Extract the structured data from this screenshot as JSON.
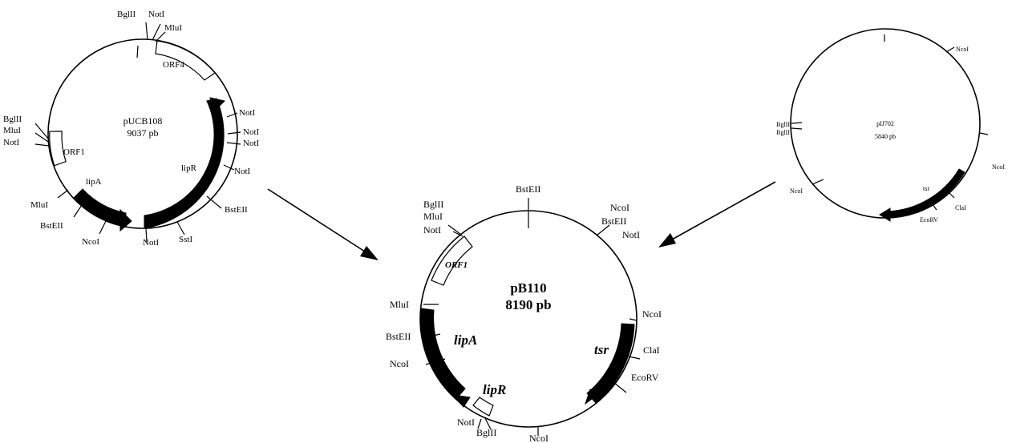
{
  "plasmids": {
    "left": {
      "name": "pUCB108",
      "size": "9037 pb",
      "genes": [
        "ORF4",
        "ORF1",
        "lipA",
        "lipR"
      ],
      "sites": [
        "BglII",
        "NotI",
        "MluI",
        "NotI",
        "NotI",
        "NotI",
        "NotI",
        "BstEII",
        "SstI",
        "NotI",
        "NcoI",
        "BstEII",
        "MluI",
        "BglII",
        "MluI",
        "NotI"
      ]
    },
    "right": {
      "name": "pIJ702",
      "size": "5840 pb",
      "genes": [
        "tsr"
      ],
      "sites": [
        "NcoI",
        "BglII",
        "BglII",
        "NcoI",
        "NcoI",
        "ClaI",
        "EcoRV"
      ]
    },
    "center": {
      "name": "pB110",
      "size": "8190 pb",
      "genes": [
        "ORF1",
        "lipA",
        "lipR",
        "tsr"
      ],
      "sites": [
        "BstEII",
        "NcoI",
        "BstEII",
        "NotI",
        "BglII",
        "MluI",
        "NotI",
        "MluI",
        "BstEII",
        "NcoI",
        "NcoI",
        "ClaI",
        "EcoRV",
        "NotI",
        "BglII",
        "NcoI"
      ]
    }
  },
  "colors": {
    "line": "#000000",
    "background": "#ffffff"
  }
}
